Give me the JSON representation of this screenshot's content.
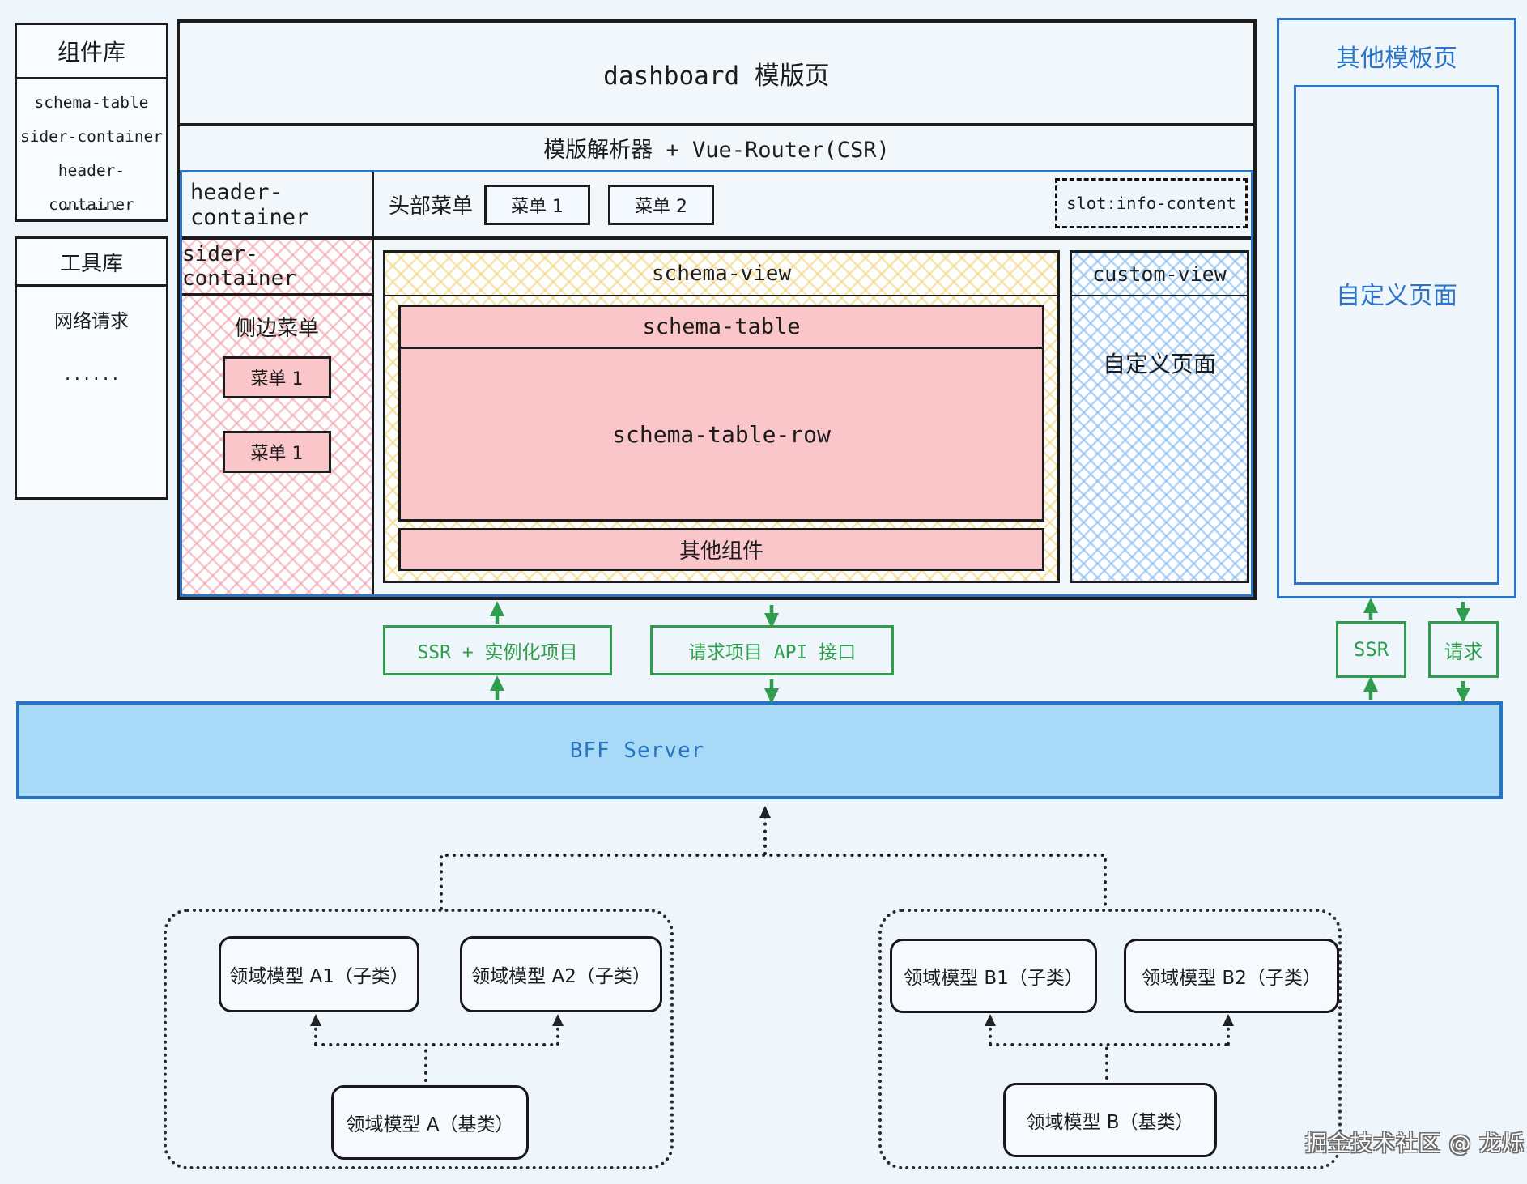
{
  "component_library": {
    "title": "组件库",
    "items": [
      "schema-table",
      "sider-container",
      "header-container",
      "......"
    ]
  },
  "tool_library": {
    "title": "工具库",
    "items": [
      "网络请求",
      "......"
    ]
  },
  "dashboard_page": {
    "title": "dashboard 模版页",
    "parser_row": "模版解析器 + Vue-Router(CSR)",
    "header": {
      "container_label": "header-container",
      "menu_group_label": "头部菜单",
      "menu_items": [
        "菜单 1",
        "菜单 2"
      ],
      "slot_label": "slot:info-content"
    },
    "sider": {
      "container_label": "sider-container",
      "menu_group_label": "侧边菜单",
      "menu_items": [
        "菜单 1",
        "菜单 1"
      ]
    },
    "schema_view": {
      "label": "schema-view",
      "table_label": "schema-table",
      "table_row_label": "schema-table-row",
      "other_components_label": "其他组件"
    },
    "custom_view": {
      "label": "custom-view",
      "content_label": "自定义页面"
    }
  },
  "other_template_page": {
    "title": "其他模板页",
    "content_label": "自定义页面"
  },
  "bridges": {
    "ssr_instantiate": "SSR + 实例化项目",
    "request_api": "请求项目 API 接口",
    "ssr_small": "SSR",
    "request_small": "请求"
  },
  "bff_server": {
    "label": "BFF Server"
  },
  "domain_model_groups": [
    {
      "children": [
        "领域模型 A1（子类）",
        "领域模型 A2（子类）"
      ],
      "base": "领域模型 A（基类）"
    },
    {
      "children": [
        "领域模型 B1（子类）",
        "领域模型 B2（子类）"
      ],
      "base": "领域模型 B（基类）"
    }
  ],
  "watermark": "掘金技术社区 @ 龙烁",
  "colors": {
    "accent_blue": "#2b74c8",
    "green": "#2f9e4c",
    "pink_fill": "#fbc6ca",
    "bff_fill": "#a8d9f6",
    "ink": "#1c1c1c"
  }
}
